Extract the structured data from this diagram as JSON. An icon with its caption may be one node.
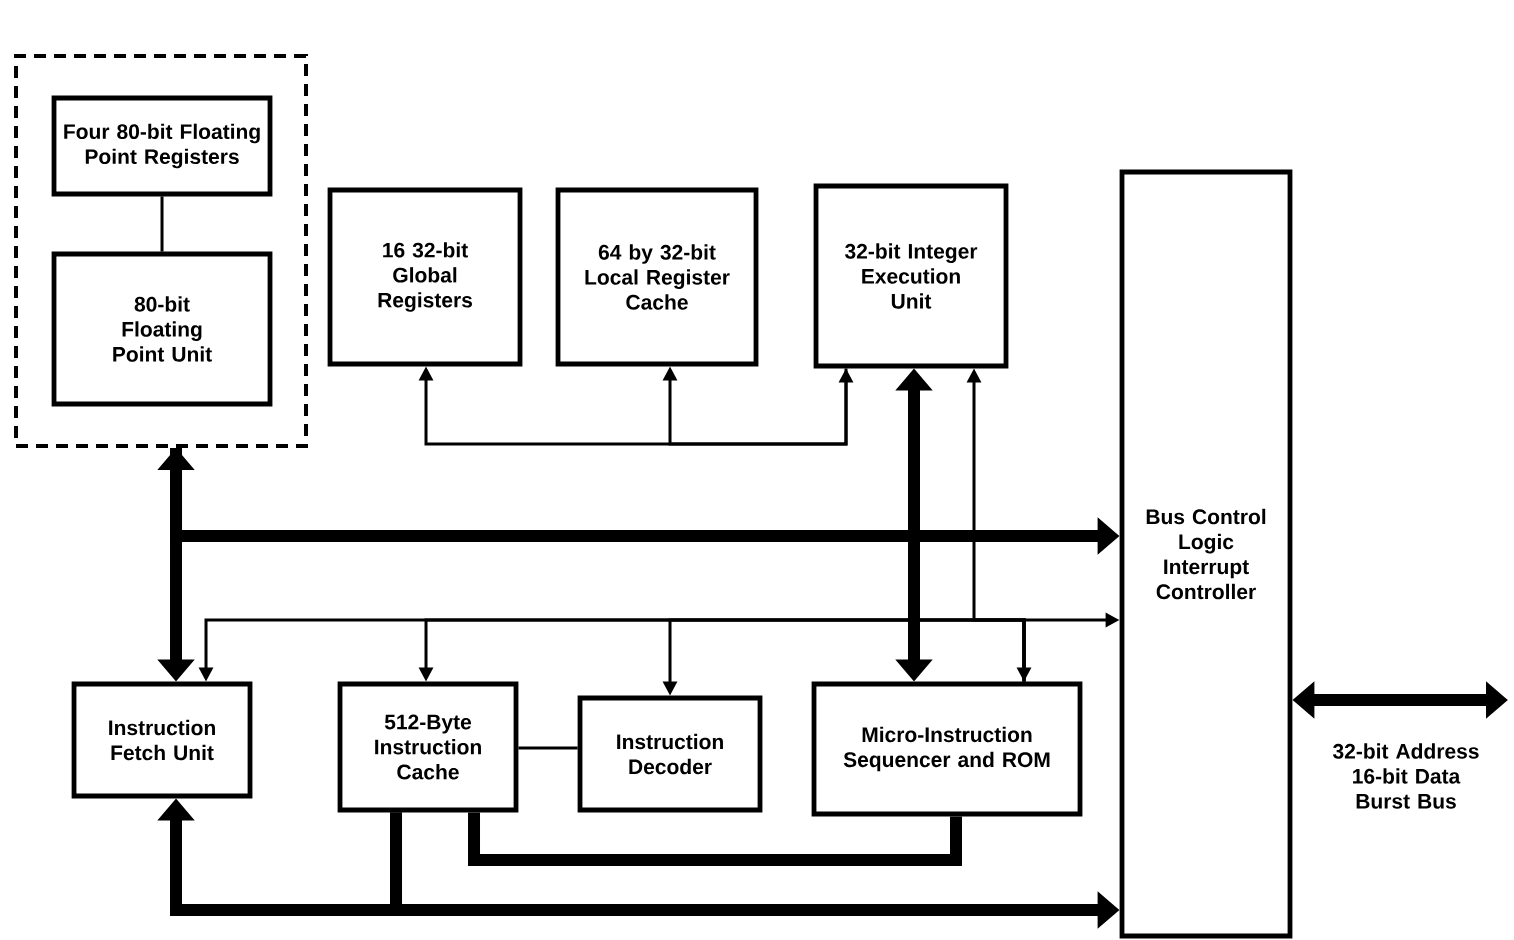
{
  "diagram": {
    "nodes": [
      {
        "text": [],
        "shape": "box"
      },
      {
        "text": [
          "Four 80-bit Floating Point Registers"
        ],
        "in": 0
      },
      {
        "text": [
          "80-bit Floating Point Unit"
        ],
        "in": 0
      },
      {
        "text": [
          "16 32-bit Global Registers"
        ]
      },
      {
        "text": [
          "64 by 32-bit Local Register Cache"
        ]
      },
      {
        "text": [
          "32-bit Integer Execution Unit"
        ]
      },
      {
        "text": [
          "Bus Control Logic Interrupt Controller"
        ]
      },
      {
        "text": [
          "Instruction Fetch Unit"
        ]
      },
      {
        "text": [
          "512-Byte Instruction Cache"
        ]
      },
      {
        "text": [
          "Instruction Decoder"
        ]
      },
      {
        "text": [
          "Micro-Instruction Sequencer and ROM"
        ]
      }
    ],
    "edges": [
      {
        "from": 1,
        "to": 2,
        "arrow": "none"
      },
      {
        "from": 7,
        "to": 0,
        "arrow": "both",
        "style": "thick"
      },
      {
        "from": 0,
        "to": 6,
        "arrow": "to",
        "style": "thick"
      },
      {
        "from": 3,
        "to": 5,
        "arrow": "both"
      },
      {
        "from": 5,
        "to": 4,
        "arrow": "to"
      },
      {
        "from": 5,
        "to": 10,
        "arrow": "both",
        "style": "thick"
      },
      {
        "from": 10,
        "to": 7,
        "arrow": "to"
      },
      {
        "from": 10,
        "to": 8,
        "arrow": "to"
      },
      {
        "from": 10,
        "to": 9,
        "arrow": "both"
      },
      {
        "from": 10,
        "to": 6,
        "arrow": "to"
      },
      {
        "from": 10,
        "to": 5,
        "arrow": "to"
      },
      {
        "from": 8,
        "to": 9,
        "arrow": "none"
      },
      {
        "from": 8,
        "to": 7,
        "arrow": "to",
        "style": "thick"
      },
      {
        "from": 8,
        "to": 6,
        "arrow": "to",
        "style": "thick"
      },
      {
        "from": 8,
        "to": 10,
        "arrow": "none",
        "style": "thick"
      },
      {
        "from": 6,
        "to": null,
        "arrow": "both",
        "style": "thick",
        "label": "32-bit Address 16-bit Data Burst Bus"
      }
    ]
  }
}
